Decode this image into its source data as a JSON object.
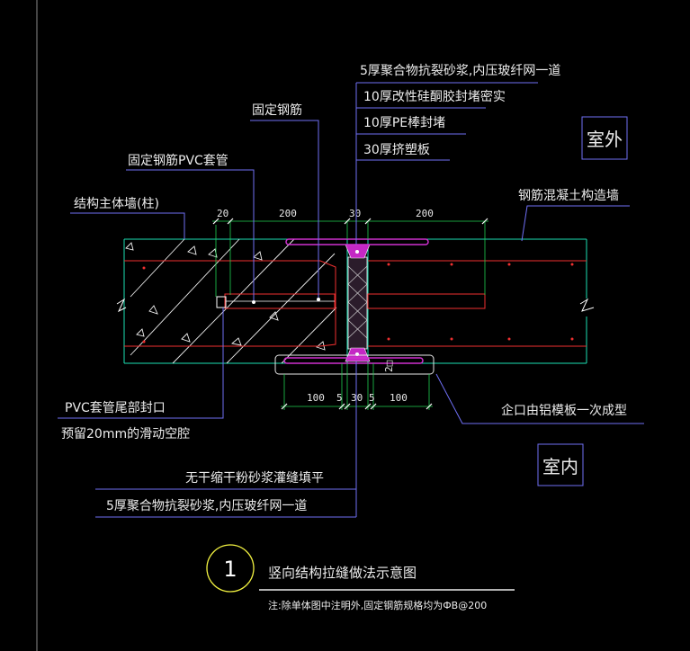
{
  "title": "竖向结构拉缝做法示意图",
  "detail_number": "1",
  "note": "注:除单体图中注明外,固定钢筋规格均为ФB@200",
  "rooms": {
    "exterior": "室外",
    "interior": "室内"
  },
  "top_callouts": [
    "5厚聚合物抗裂砂浆,内压玻纤网一道",
    "10厚改性硅酮胶封堵密实",
    "10厚PE棒封堵",
    "30厚挤塑板"
  ],
  "labels": {
    "fixed_rebar": "固定钢筋",
    "fixed_rebar_pvc": "固定钢筋PVC套管",
    "main_wall": "结构主体墙(柱)",
    "rc_wall": "钢筋混凝土构造墙",
    "pvc_end_seal": "PVC套管尾部封口",
    "slide_cavity": "预留20mm的滑动空腔",
    "aluminum_form": "企口由铝模板一次成型",
    "mortar_fill": "无干缩干粉砂浆灌缝填平",
    "bottom_mortar": "5厚聚合物抗裂砂浆,内压玻纤网一道"
  },
  "top_dimensions": [
    "20",
    "200",
    "30",
    "200"
  ],
  "bottom_dimensions": [
    "100",
    "5",
    "30",
    "5",
    "100"
  ],
  "colors": {
    "background": "#000000",
    "label_line": "#6f6ff5",
    "wall_outline": "#1de0b4",
    "hatch": "#f0f0f0",
    "rebar": "#f03030",
    "insulation": "#d030d0",
    "dimension": "#e8e8e8",
    "dim_extension": "#20d050"
  }
}
